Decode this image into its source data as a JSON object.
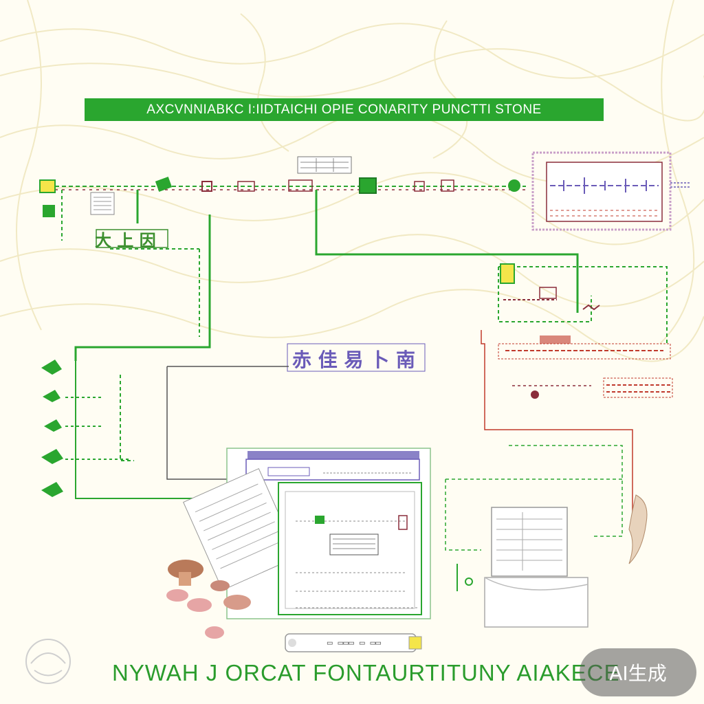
{
  "diagram": {
    "title": "AXCVNNIABKC I:IIDTAICHI OPIE CONARITY  PUNCTTI STONE",
    "center_label": "赤 佳 易 卜 南",
    "left_label": "大 上 因",
    "footer_text": "NYWAH J ORCAT FONTAURTITUNY AIAKECE",
    "tube_label": "▭ ▭▭▭ ▭ ▭▭",
    "watermark": "AI生成"
  },
  "colors": {
    "green": "#2aa62f",
    "dark_green": "#1e7a24",
    "maroon": "#8a2d3b",
    "red": "#c0392b",
    "purple": "#6a5bb8",
    "background": "#fffdf3",
    "pattern": "#f1e9c4"
  }
}
